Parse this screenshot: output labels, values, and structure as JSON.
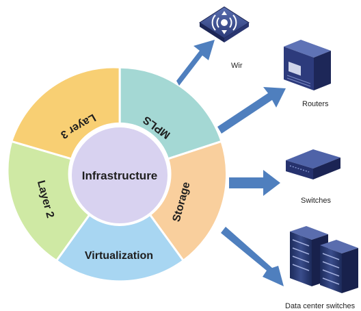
{
  "diagram": {
    "center_label": "Infrastructure",
    "segments": [
      {
        "label": "MPLS",
        "color": "#a4d8d4"
      },
      {
        "label": "Storage",
        "color": "#f9cf9d"
      },
      {
        "label": "Virtualization",
        "color": "#a8d6f2"
      },
      {
        "label": "Layer 2",
        "color": "#cfe9a4"
      },
      {
        "label": "Layer 3",
        "color": "#f8cf73"
      }
    ],
    "center_color": "#d8d2f0",
    "arrow_color": "#4f7fbe",
    "devices": [
      {
        "label": "Wir",
        "icon": "wireless-router-icon"
      },
      {
        "label": "Routers",
        "icon": "router-icon"
      },
      {
        "label": "Switches",
        "icon": "switch-icon"
      },
      {
        "label": "Data center switches",
        "icon": "data-center-switch-icon"
      }
    ]
  }
}
